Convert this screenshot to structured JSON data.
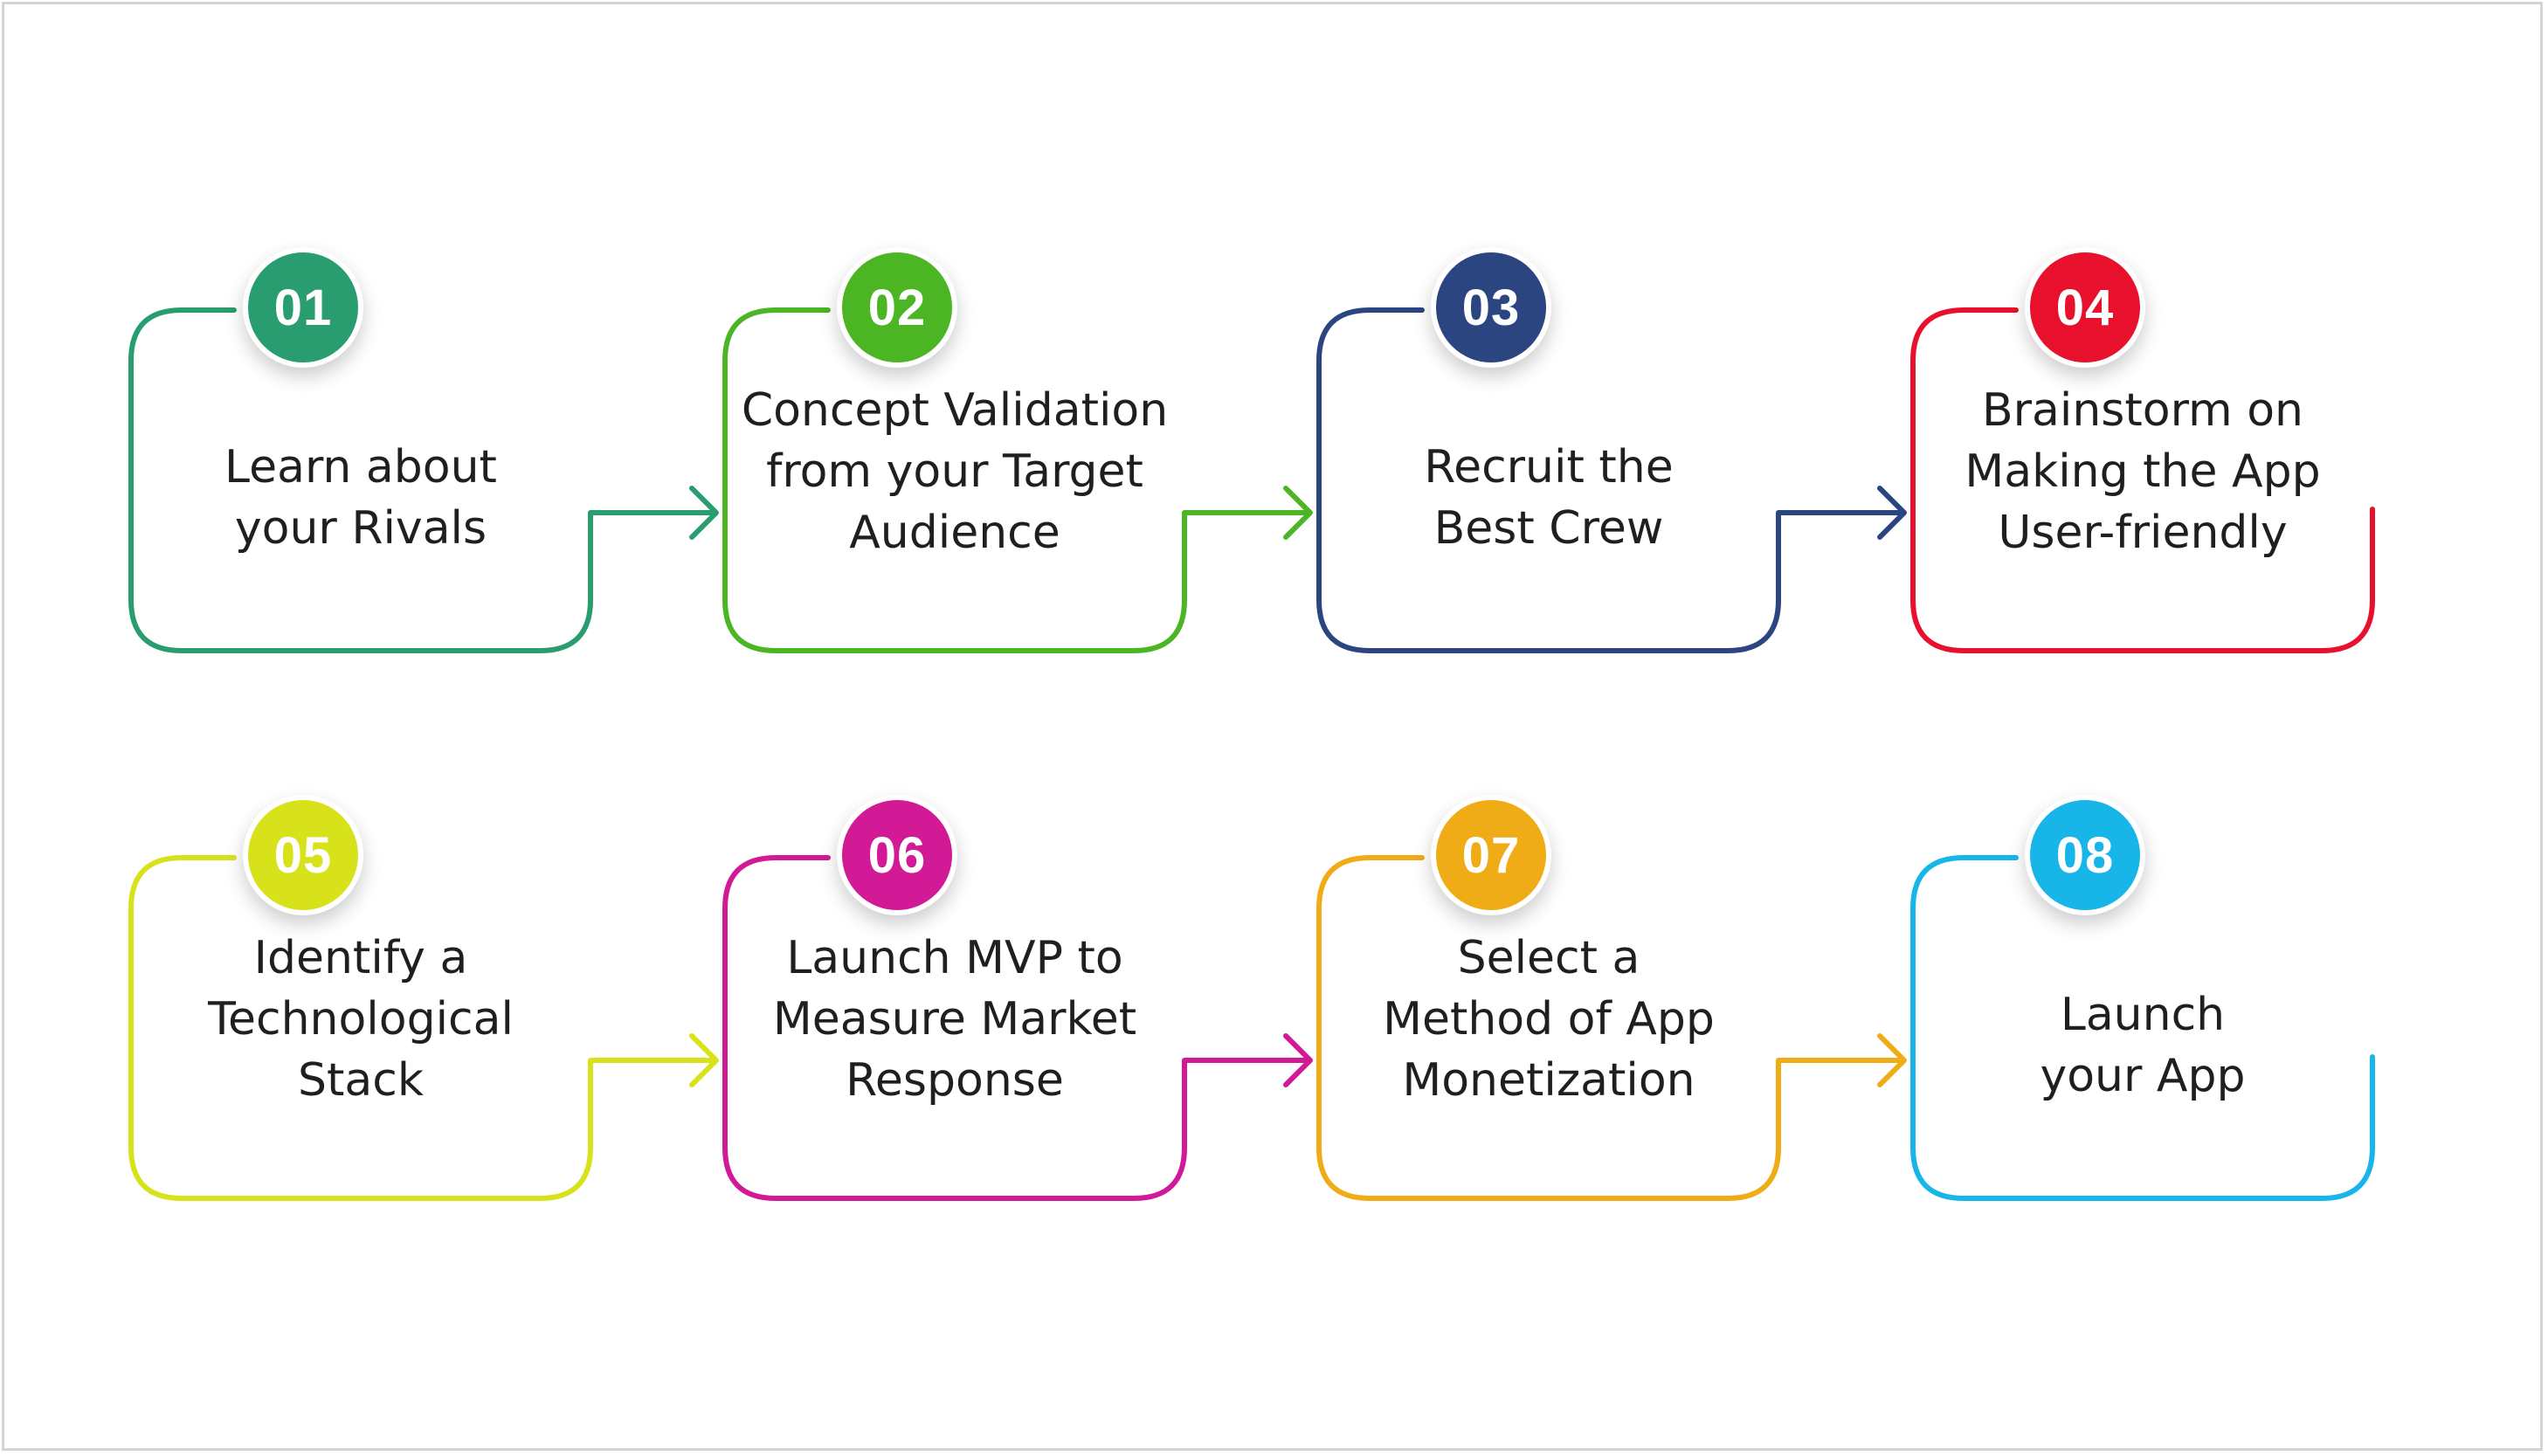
{
  "steps": [
    {
      "number": "01",
      "color": "#2a9d70",
      "lines": [
        "Learn about",
        "your Rivals"
      ]
    },
    {
      "number": "02",
      "color": "#4cb523",
      "lines": [
        "Concept Validation",
        "from your Target",
        "Audience"
      ]
    },
    {
      "number": "03",
      "color": "#2b4581",
      "lines": [
        "Recruit the",
        "Best Crew"
      ]
    },
    {
      "number": "04",
      "color": "#e8112d",
      "lines": [
        "Brainstorm on",
        "Making the App",
        "User-friendly"
      ]
    },
    {
      "number": "05",
      "color": "#d8e21b",
      "lines": [
        "Identify a",
        "Technological",
        "Stack"
      ]
    },
    {
      "number": "06",
      "color": "#d21a97",
      "lines": [
        "Launch MVP to",
        "Measure Market",
        "Response"
      ]
    },
    {
      "number": "07",
      "color": "#efac16",
      "lines": [
        "Select a",
        "Method of App",
        "Monetization"
      ]
    },
    {
      "number": "08",
      "color": "#17b5e8",
      "lines": [
        "Launch",
        "your App"
      ]
    }
  ]
}
